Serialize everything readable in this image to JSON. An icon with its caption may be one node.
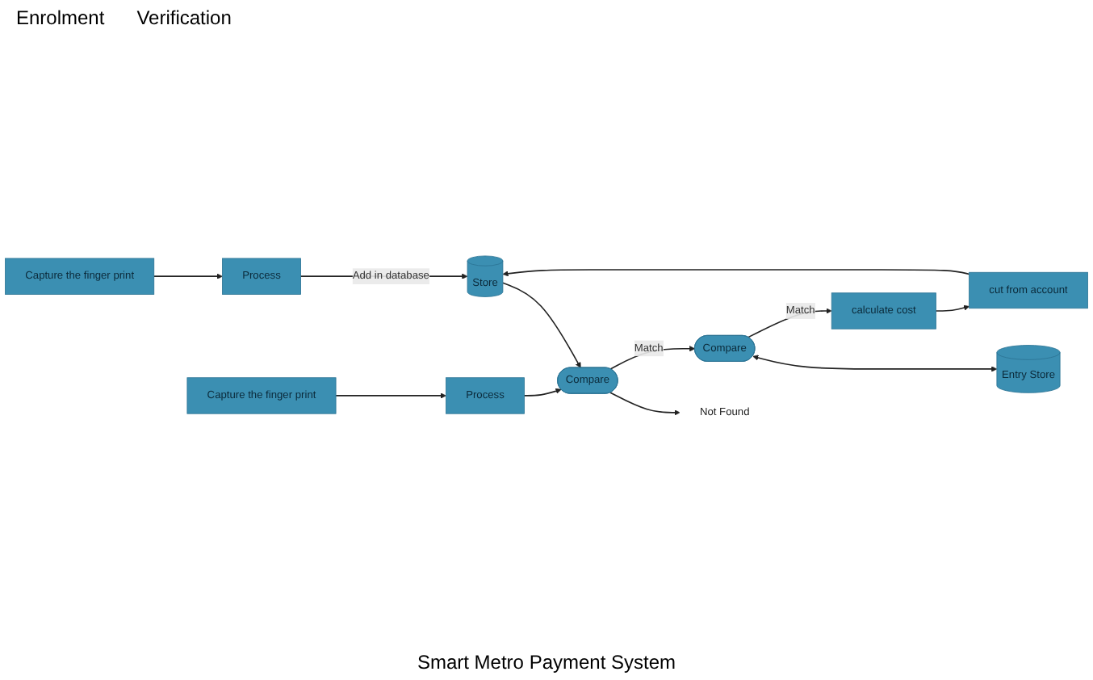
{
  "diagram": {
    "caption": "Smart Metro Payment System",
    "nodes": [
      {
        "text": [
          "Capture the finger print"
        ]
      },
      {
        "text": [
          "Process"
        ]
      },
      {
        "text": [
          "Store"
        ]
      },
      {
        "text": [
          "Capture the finger print"
        ]
      },
      {
        "text": [
          "Process"
        ]
      },
      {
        "text": [
          "Compare"
        ]
      },
      {
        "text": [
          "Not Found"
        ]
      },
      {
        "text": [
          "Compare"
        ]
      },
      {
        "text": [
          "Entry Store"
        ]
      },
      {
        "text": [
          "calculate cost"
        ]
      },
      {
        "text": [
          "cut from account"
        ]
      }
    ],
    "edges": [
      {
        "from": 0,
        "to": 1,
        "arrow": "to"
      },
      {
        "from": 1,
        "to": 2,
        "arrow": "to",
        "label": "Add in database"
      },
      {
        "from": 2,
        "to": 5,
        "arrow": "to"
      },
      {
        "from": 3,
        "to": 4,
        "arrow": "to"
      },
      {
        "from": 4,
        "to": 5,
        "arrow": "to"
      },
      {
        "from": 5,
        "to": 6,
        "arrow": "to"
      },
      {
        "from": 5,
        "to": 7,
        "arrow": "to",
        "label": "Match"
      },
      {
        "from": 7,
        "to": 8,
        "arrow": "both"
      },
      {
        "from": 7,
        "to": 9,
        "arrow": "to",
        "label": "Match"
      },
      {
        "from": 9,
        "to": 10,
        "arrow": "to"
      },
      {
        "from": 10,
        "to": 2,
        "arrow": "to"
      }
    ],
    "labels": [
      "Enrolment",
      "Verification"
    ]
  }
}
